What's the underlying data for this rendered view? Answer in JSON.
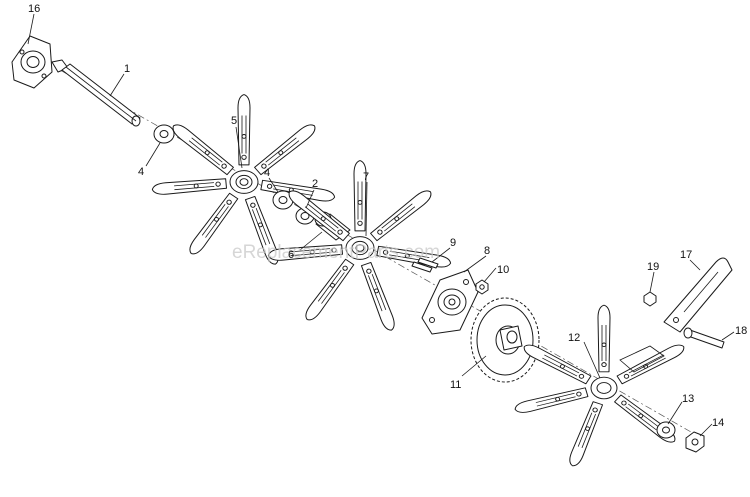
{
  "watermark": "eReplacementParts.com",
  "callouts": [
    {
      "id": "c16",
      "label": "16"
    },
    {
      "id": "c1",
      "label": "1"
    },
    {
      "id": "c4a",
      "label": "4"
    },
    {
      "id": "c5",
      "label": "5"
    },
    {
      "id": "c4b",
      "label": "4"
    },
    {
      "id": "c2",
      "label": "2"
    },
    {
      "id": "c7",
      "label": "7"
    },
    {
      "id": "c6",
      "label": "6"
    },
    {
      "id": "c9",
      "label": "9"
    },
    {
      "id": "c8",
      "label": "8"
    },
    {
      "id": "c10",
      "label": "10"
    },
    {
      "id": "c11",
      "label": "11"
    },
    {
      "id": "c19",
      "label": "19"
    },
    {
      "id": "c17",
      "label": "17"
    },
    {
      "id": "c18",
      "label": "18"
    },
    {
      "id": "c12",
      "label": "12"
    },
    {
      "id": "c13",
      "label": "13"
    },
    {
      "id": "c14",
      "label": "14"
    }
  ]
}
